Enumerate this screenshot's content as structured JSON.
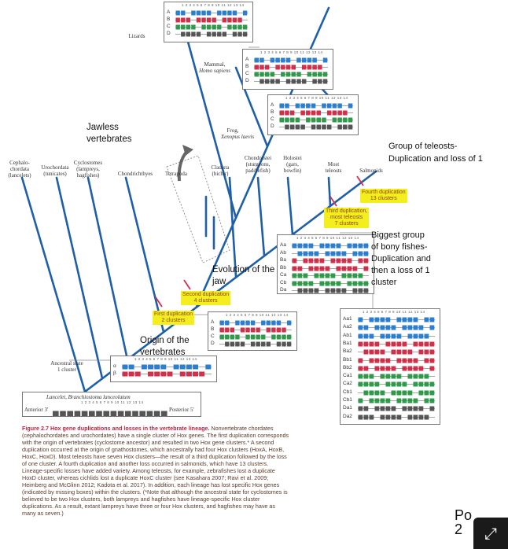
{
  "taxa": {
    "cephalochordata": "Cephalo-\nchordata\n(lancelets)",
    "urochordata": "Urochordata\n(tunicates)",
    "cyclostomes": "Cyclostomes\n(lampreys,\nhagfishes)",
    "chondrichthyes": "Chondrichthyes",
    "tetrapoda": "Tetrapoda",
    "cladista": "Cladista\n(bichir)",
    "chondrostei": "Chondrostei\n(sturgeons,\npaddlefish)",
    "holostei": "Holostei\n(gars,\nbowfin)",
    "most_teleosts": "Most\nteleosts",
    "salmonids": "Salmonids",
    "lizards": "Lizards",
    "mammal": "Mammal,",
    "mammal_species": "Homo sapiens",
    "frog": "Frog,",
    "frog_species": "Xenopus laevis"
  },
  "events": {
    "first": "First duplication\n2 clusters",
    "second": "Second duplication\n4 clusters",
    "third": "Third duplication,\nmost teleosts\n7 clusters",
    "fourth": "Fourth duplication\n13 clusters",
    "ancestral": "Ancestral state\n1 cluster"
  },
  "lancelet": {
    "title": "Lancelet, Branchiostoma lanceolatum",
    "anterior": "Anterior 3'",
    "posterior": "Posterior 5'"
  },
  "cluster_numbers": "1 2 3 4 5 6 7 8 9 10 11 12 13 14",
  "cluster_rows": {
    "four": [
      "A",
      "B",
      "C",
      "D"
    ],
    "ancestral": [
      "α",
      "β"
    ],
    "teleost": [
      "Aa",
      "Ab",
      "Ba",
      "Bb",
      "Ca",
      "Cb",
      "Da"
    ],
    "salmon": [
      "Aa1",
      "Aa2",
      "Ab1",
      "Ba1",
      "Ba2",
      "Bb1",
      "Bb2",
      "Ca1",
      "Ca2",
      "Cb1",
      "Cb1",
      "Da1",
      "Da2"
    ]
  },
  "annotations": {
    "jawless": "Jawless\nvertebrates",
    "group_teleosts": "Group of teleosts-\nDuplication and loss of 1",
    "biggest_group": "Biggest group\nof bony fishes-\nDuplication and\nthen a loss of 1\ncluster",
    "evolution_jaw": "Evolution of the\njaw",
    "origin_vertebrates": "Origin of the\nvertebrates"
  },
  "caption": {
    "figure": "Figure 2.7",
    "title": "Hox gene duplications and losses in the vertebrate lineage.",
    "body": "Nonvertebrate chordates (cephalochordates and urochordates) have a single cluster of Hox genes. The first duplication corresponds with the origin of vertebrates (cyclostome ancestor) and resulted in two Hox gene clusters.* A second duplication occurred at the origin of gnathostomes, which ancestrally had four Hox clusters (HoxA, HoxB, HoxC, HoxD). Most teleosts have seven Hox clusters—the result of a third duplication followed by the loss of one cluster. A fourth duplication and another loss occurred in salmonids, which have 13 clusters. Lineage-specific losses have added variety. Among teleosts, for example, zebrafishes lost a duplicate HoxD cluster, whereas cichlids lost a duplicate HoxC cluster (see Kasahara 2007; Ravi et al. 2009; Heimberg and McGlinn 2012; Kadota et al. 2017). In addition, each lineage has lost specific Hox genes (indicated by missing boxes) within the clusters. (*Note that although the ancestral state for cyclostomes is believed to be two Hox clusters, both lampreys and hagfishes have lineage-specific Hox cluster duplications. As a result, extant lampreys have three or four Hox clusters, and hagfishes may have as many as seven.)"
  },
  "corner_text": "Po\n2",
  "colors": {
    "A": "#2a7fd0",
    "B": "#d0304a",
    "C": "#2e9a4a",
    "D": "#555555",
    "highlight": "#f4ee1e",
    "tree": "#1f5fa8"
  }
}
